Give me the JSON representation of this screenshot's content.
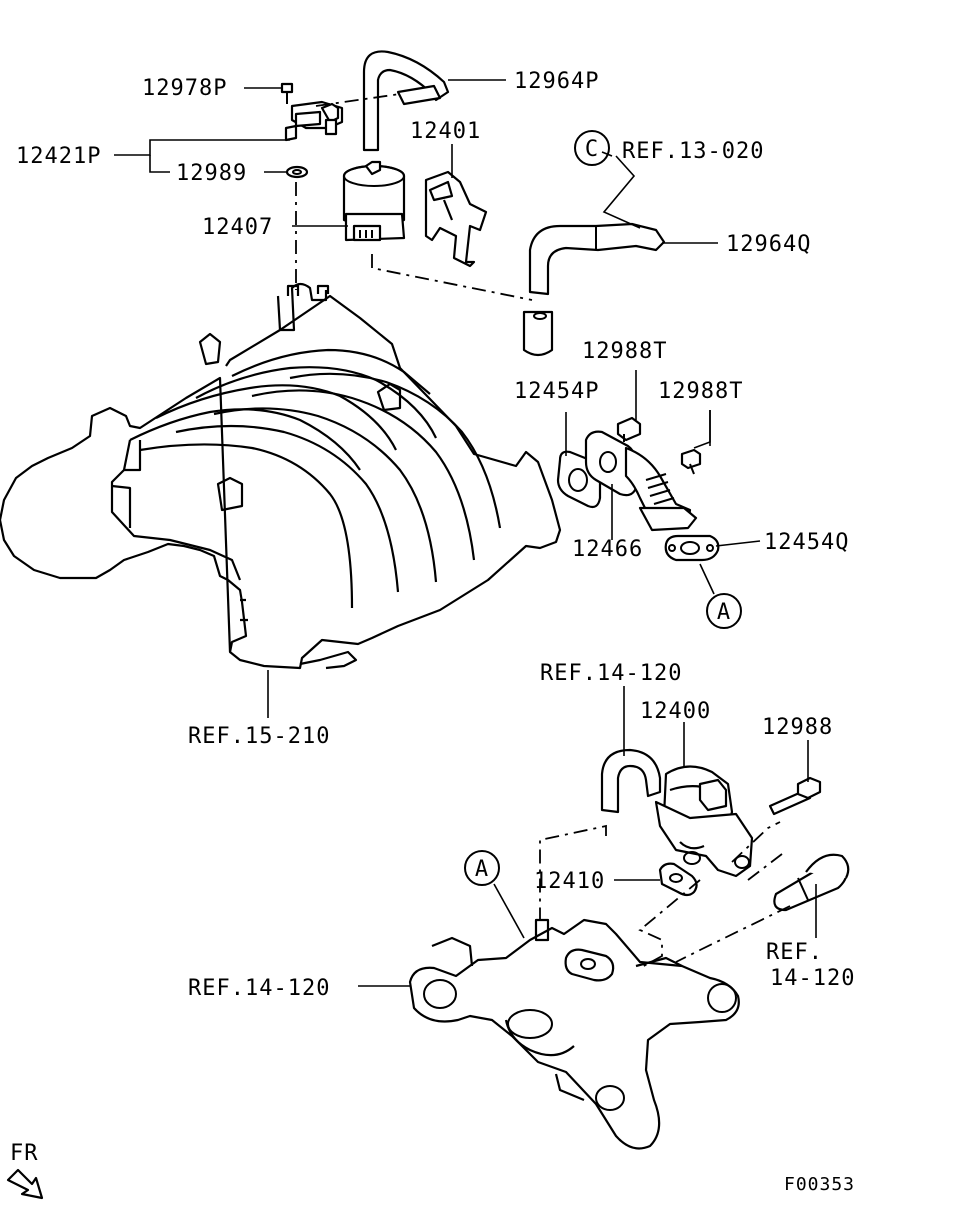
{
  "diagram": {
    "figure_code": "F00353",
    "direction_label": "FR",
    "part_labels": {
      "p12978P": "12978P",
      "p12964P": "12964P",
      "p12421P": "12421P",
      "p12989": "12989",
      "p12401": "12401",
      "p12407": "12407",
      "p12964Q": "12964Q",
      "p12988T_a": "12988T",
      "p12988T_b": "12988T",
      "p12454P": "12454P",
      "p12466": "12466",
      "p12454Q": "12454Q",
      "p12400": "12400",
      "p12988": "12988",
      "p12410": "12410"
    },
    "references": {
      "ref_13_020": "REF.13-020",
      "ref_15_210": "REF.15-210",
      "ref_14_120_top": "REF.14-120",
      "ref_14_120_left": "REF.14-120",
      "ref_14_120_right_1": "REF.",
      "ref_14_120_right_2": "14-120"
    },
    "callouts": {
      "circle_c": "C",
      "circle_a_upper": "A",
      "circle_a_lower": "A"
    }
  }
}
